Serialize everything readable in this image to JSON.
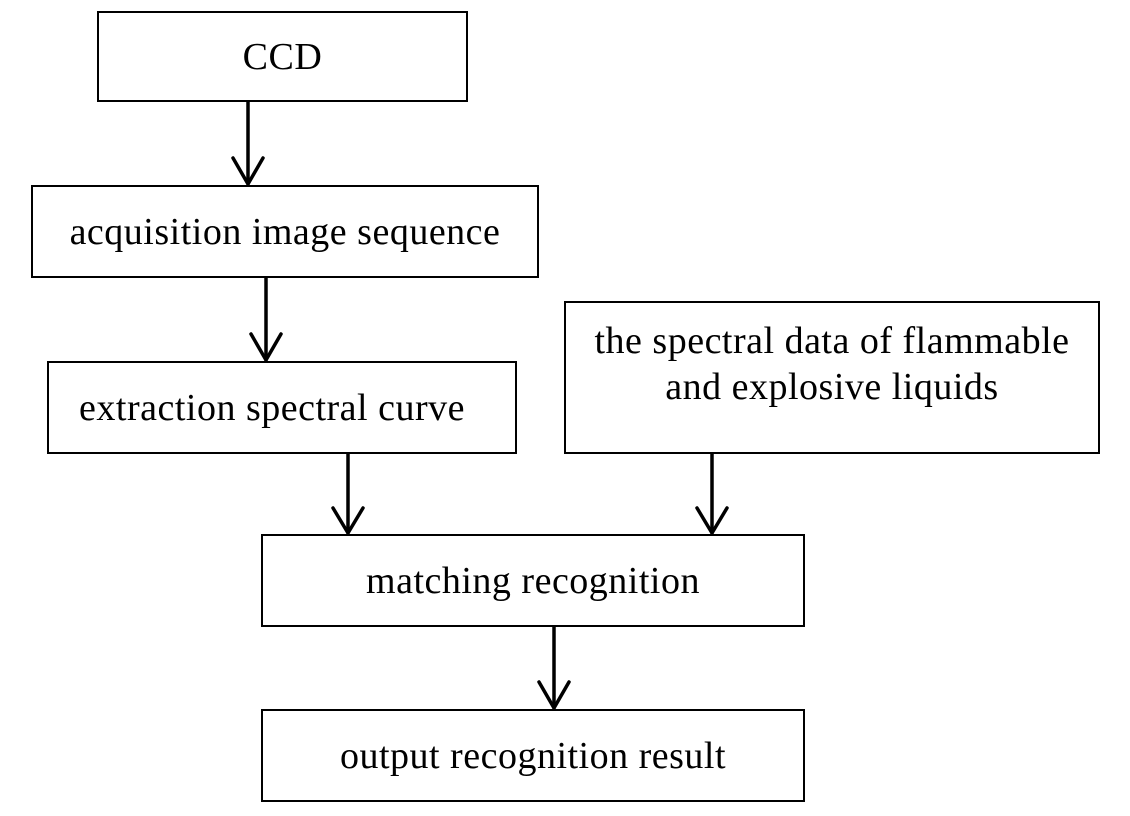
{
  "nodes": {
    "ccd": "CCD",
    "acquisition": "acquisition image sequence",
    "extraction": "extraction spectral curve",
    "spectral_data": "the spectral data of flammable\nand explosive liquids",
    "matching": "matching recognition",
    "output": "output recognition result"
  },
  "edges": [
    {
      "from": "ccd",
      "to": "acquisition"
    },
    {
      "from": "acquisition",
      "to": "extraction"
    },
    {
      "from": "extraction",
      "to": "matching"
    },
    {
      "from": "spectral_data",
      "to": "matching"
    },
    {
      "from": "matching",
      "to": "output"
    }
  ]
}
